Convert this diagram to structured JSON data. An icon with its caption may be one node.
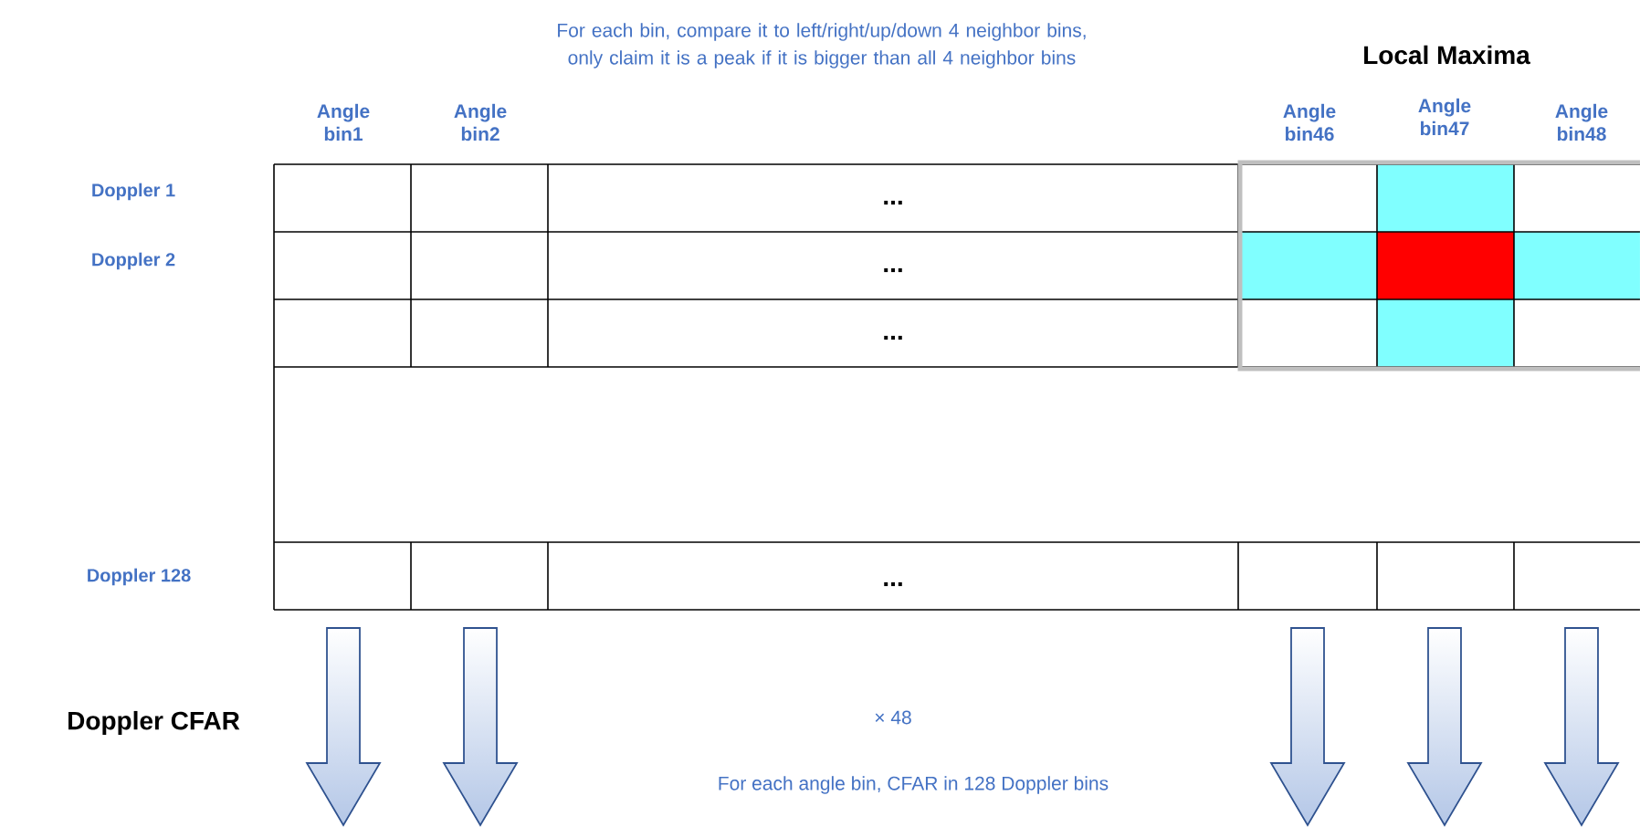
{
  "diagram": {
    "nodes": [
      {
        "text": [
          "Local Maxima"
        ]
      }
    ],
    "edges": [],
    "labels": [
      "For each bin, compare it to left/right/up/down 4 neighbor bins, only claim it is a peak if it is bigger than all 4 neighbor bins",
      "Angle bin1",
      "Angle bin2",
      "Angle bin46",
      "Angle bin47",
      "Angle bin48",
      "Doppler 1",
      "...",
      "Doppler 2",
      "...",
      "...",
      "Doppler 128",
      "...",
      "Doppler CFAR",
      "× 48",
      "For each angle bin, CFAR in 128 Doppler bins"
    ]
  }
}
